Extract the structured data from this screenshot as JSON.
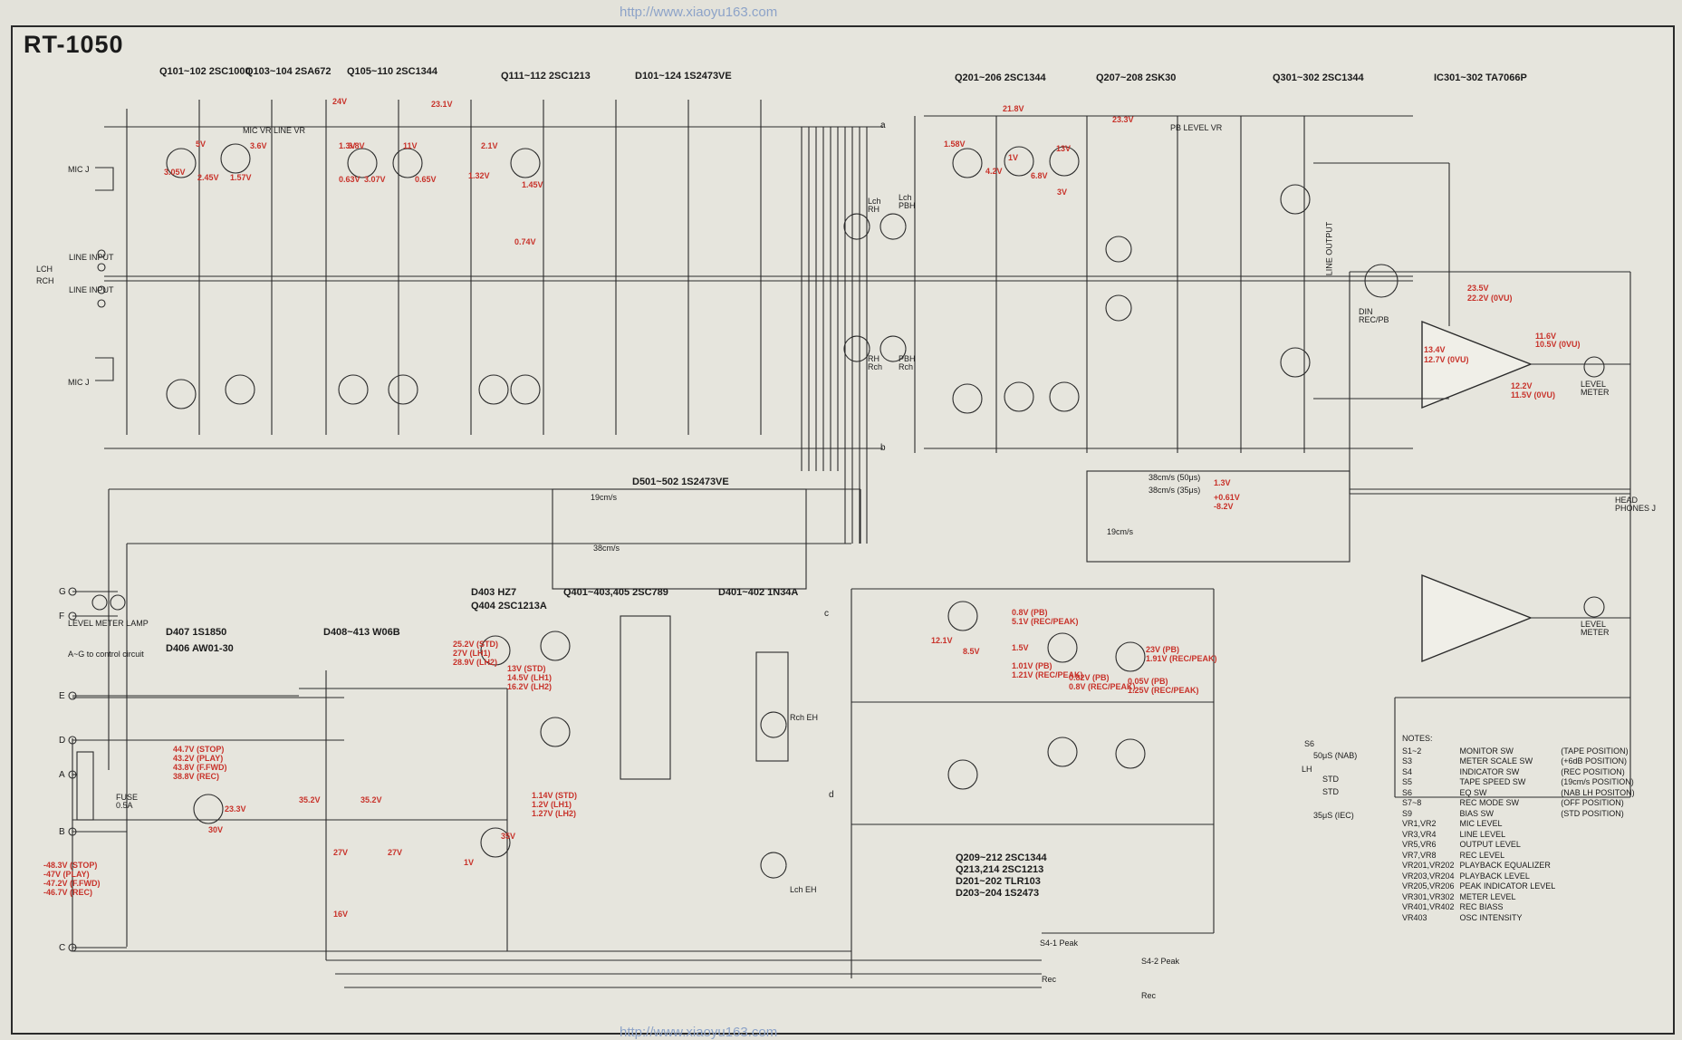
{
  "watermark_top": "http://www.xiaoyu163.com",
  "watermark_bottom": "http://www.xiaoyu163.com",
  "model": "RT-1050",
  "header_parts": [
    "Q101~102 2SC1000",
    "Q103~104 2SA672",
    "Q105~110 2SC1344",
    "Q111~112 2SC1213",
    "D101~124 1S2473VE",
    "Q201~206 2SC1344",
    "Q207~208 2SK30",
    "Q301~302 2SC1344",
    "IC301~302 TA7066P"
  ],
  "connectors": {
    "mic_j": "MIC J",
    "line_input": "LINE INPUT",
    "lch": "LCH",
    "rch": "RCH",
    "mic_vr": "MIC VR  LINE VR",
    "pb_level_vr": "PB LEVEL VR",
    "lch_rh": "Lch RH",
    "lch_pbh": "Lch PBH",
    "rh_rch": "RH Rch",
    "pbh_rch": "PBH Rch",
    "line_output": "LINE OUTPUT",
    "din": "DIN REC/PB",
    "level_meter": "LEVEL METER",
    "head_phones": "HEAD PHONES J",
    "rch_eh": "Rch EH",
    "lch_eh": "Lch EH",
    "level_meter_lamp": "LEVEL METER LAMP",
    "control": "A~G to control circuit"
  },
  "mid_parts": [
    "D501~502 1S2473VE",
    "D403 HZ7",
    "Q404 2SC1213A",
    "Q401~403,405 2SC789",
    "D401~402 1N34A",
    "D407 1S1850",
    "D406 AW01-30",
    "D408~413 W06B"
  ],
  "bottom_parts": [
    "Q209~212 2SC1344",
    "Q213,214 2SC1213",
    "D201~202 TLR103",
    "D203~204 1S2473"
  ],
  "speed_labels": {
    "s5_1": "19cm/s",
    "s5_2": "38cm/s",
    "s6": "38cm/s (50μs)",
    "s6b": "38cm/s (35μs)",
    "s7": "19cm/s",
    "s4_1": "S4-1 Peak",
    "s4_2": "S4-2 Peak",
    "rec": "Rec"
  },
  "voltages": {
    "v_24": "24V",
    "v_231": "23.1V",
    "v_218": "21.8V",
    "v_233": "23.3V",
    "v_235": "23.5V",
    "v_224": "22.2V (0VU)",
    "v_116": "11.6V",
    "v_105": "10.5V (0VU)",
    "v_134": "13.4V",
    "v_127": "12.7V (0VU)",
    "v_122": "12.2V",
    "v_115": "11.5V (0VU)",
    "v_257": "25.2V (STD)",
    "v_27": "27V (LH1)",
    "v_289": "28.9V (LH2)",
    "v_13": "13V (STD)",
    "v_145": "14.5V (LH1)",
    "v_162": "16.2V (LH2)",
    "v_447": "44.7V (STOP)",
    "v_432": "43.2V (PLAY)",
    "v_438": "43.8V (F.FWD)",
    "v_388": "38.8V (REC)",
    "v_233b": "23.3V",
    "v_30": "30V",
    "v_352": "35.2V",
    "v_352b": "35.2V",
    "v_483": "-48.3V (STOP)",
    "v_47": "-47V (PLAY)",
    "v_472": "-47.2V (F.FWD)",
    "v_467": "-46.7V (REC)",
    "v_114": "1.14V (STD)",
    "v_12": "1.2V (LH1)",
    "v_127b": "1.27V (LH2)",
    "v_08": "0.8V (PB)",
    "v_51": "5.1V (REC/PEAK)",
    "v_15": "1.5V",
    "v_101": "1.01V (PB)",
    "v_121": "1.21V (REC/PEAK)",
    "v_082": "0.82V (PB)",
    "v_08b": "0.8V (REC/PEAK)",
    "v_23": "23V (PB)",
    "v_191": "1.91V (REC/PEAK)",
    "v_005": "0.05V (PB)",
    "v_125": "1.25V (REC/PEAK)",
    "v_121b": "12.1V",
    "v_85": "8.5V",
    "v_16": "16V",
    "v_27b": "27V",
    "v_27c": "27V",
    "v_1v": "1V",
    "v_35": "35V",
    "v_158": "1.58V",
    "v_42": "4.2V",
    "v_68": "6.8V",
    "v_13b": "13V",
    "v_1b": "1V",
    "v_3v": "3V",
    "v_13c": "1.3V",
    "v_061": "+0.61V",
    "v_82": "-8.2V",
    "v_5v": "5V",
    "v_38": "3.8V",
    "v_36": "3.6V",
    "v_11": "11V",
    "v_13d": "1.3V",
    "v_21": "2.1V",
    "v_132": "1.32V",
    "v_145b": "1.45V",
    "v_074": "0.74V",
    "v_305": "3.05V",
    "v_245": "2.45V",
    "v_157": "1.57V",
    "v_063": "0.63V",
    "v_307": "3.07V",
    "v_065": "0.65V"
  },
  "notes": {
    "title": "NOTES:",
    "rows": [
      [
        "S1~2",
        "MONITOR SW",
        "(TAPE POSITION)"
      ],
      [
        "S3",
        "METER SCALE SW",
        "(+6dB POSITION)"
      ],
      [
        "S4",
        "INDICATOR SW",
        "(REC POSITION)"
      ],
      [
        "S5",
        "TAPE SPEED SW",
        "(19cm/s POSITION)"
      ],
      [
        "S6",
        "EQ SW",
        "(NAB LH POSITON)"
      ],
      [
        "S7~8",
        "REC MODE SW",
        "(OFF POSITION)"
      ],
      [
        "S9",
        "BIAS SW",
        "(STD POSITION)"
      ],
      [
        "VR1,VR2",
        "MIC LEVEL",
        ""
      ],
      [
        "VR3,VR4",
        "LINE LEVEL",
        ""
      ],
      [
        "VR5,VR6",
        "OUTPUT LEVEL",
        ""
      ],
      [
        "VR7,VR8",
        "REC LEVEL",
        ""
      ],
      [
        "VR201,VR202",
        "PLAYBACK EQUALIZER",
        ""
      ],
      [
        "VR203,VR204",
        "PLAYBACK LEVEL",
        ""
      ],
      [
        "VR205,VR206",
        "PEAK INDICATOR LEVEL",
        ""
      ],
      [
        "VR301,VR302",
        "METER LEVEL",
        ""
      ],
      [
        "VR401,VR402",
        "REC BIASS",
        ""
      ],
      [
        "VR403",
        "OSC INTENSITY",
        ""
      ]
    ]
  },
  "eq_switch": {
    "s6": "S6",
    "nab": "50μS (NAB)",
    "lh": "LH",
    "std": "STD",
    "iec": "35μS (IEC)"
  },
  "terminals": [
    "G",
    "F",
    "E",
    "D",
    "A",
    "B",
    "C"
  ],
  "io_marks": [
    "a",
    "b",
    "c",
    "d"
  ],
  "fuse": "FUSE 0.5A"
}
